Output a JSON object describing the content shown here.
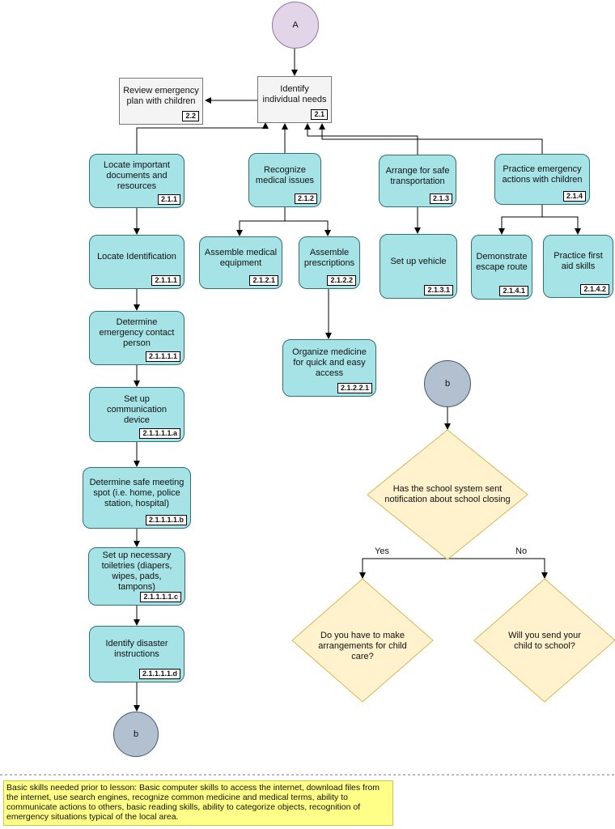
{
  "start": {
    "label": "A"
  },
  "nodes": {
    "n2_1": {
      "label": "Identify individual needs",
      "code": "2.1"
    },
    "n2_2": {
      "label": "Review emergency plan with children",
      "code": "2.2"
    },
    "n2_1_1": {
      "label": "Locate important documents and resources",
      "code": "2.1.1"
    },
    "n2_1_2": {
      "label": "Recognize medical issues",
      "code": "2.1.2"
    },
    "n2_1_3": {
      "label": "Arrange for safe transportation",
      "code": "2.1.3"
    },
    "n2_1_4": {
      "label": "Practice emergency actions with children",
      "code": "2.1.4"
    },
    "n2_1_1_1": {
      "label": "Locate Identification",
      "code": "2.1.1.1"
    },
    "n2_1_1_1_1": {
      "label": "Determine emergency contact person",
      "code": "2.1.1.1.1"
    },
    "n2_1_1_1_1_a": {
      "label": "Set up communication device",
      "code": "2.1.1.1.1.a"
    },
    "n2_1_1_1_1_b": {
      "label": "Determine safe meeting spot (i.e. home, police station, hospital)",
      "code": "2.1.1.1.1.b"
    },
    "n2_1_1_1_1_c": {
      "label": "Set up necessary toiletries (diapers, wipes, pads, tampons)",
      "code": "2.1.1.1.1.c"
    },
    "n2_1_1_1_1_d": {
      "label": "Identify disaster instructions",
      "code": "2.1.1.1.1.d"
    },
    "n2_1_2_1": {
      "label": "Assemble medical equipment",
      "code": "2.1.2.1"
    },
    "n2_1_2_2": {
      "label": "Assemble prescriptions",
      "code": "2.1.2.2"
    },
    "n2_1_2_2_1": {
      "label": "Organize medicine for quick and easy access",
      "code": "2.1.2.2.1"
    },
    "n2_1_3_1": {
      "label": "Set up vehicle",
      "code": "2.1.3.1"
    },
    "n2_1_4_1": {
      "label": "Demonstrate escape route",
      "code": "2.1.4.1"
    },
    "n2_1_4_2": {
      "label": "Practice first aid skills",
      "code": "2.1.4.2"
    }
  },
  "connectors": {
    "b_left": "b",
    "b_right": "b"
  },
  "decisions": {
    "school_closing": "Has the school system sent notification about school closing",
    "child_care": "Do you have to make arrangements for child care?",
    "send_child": "Will you send your child to school?"
  },
  "edge_labels": {
    "yes": "Yes",
    "no": "No"
  },
  "note": "Basic skills needed prior to lesson: Basic computer skills to access the internet, download files from the internet, use search engines, recognize common medicine and medical terms, ability to communicate actions to others, basic reading skills, ability to categorize objects, recognition of emergency situations typical of the local area.",
  "colors": {
    "process_fill": "#a6e3e6",
    "decision_fill": "#fff2cc",
    "start_fill": "#e1d5e7",
    "connector_fill": "#b3c0cf",
    "note_fill": "#ffff88"
  }
}
